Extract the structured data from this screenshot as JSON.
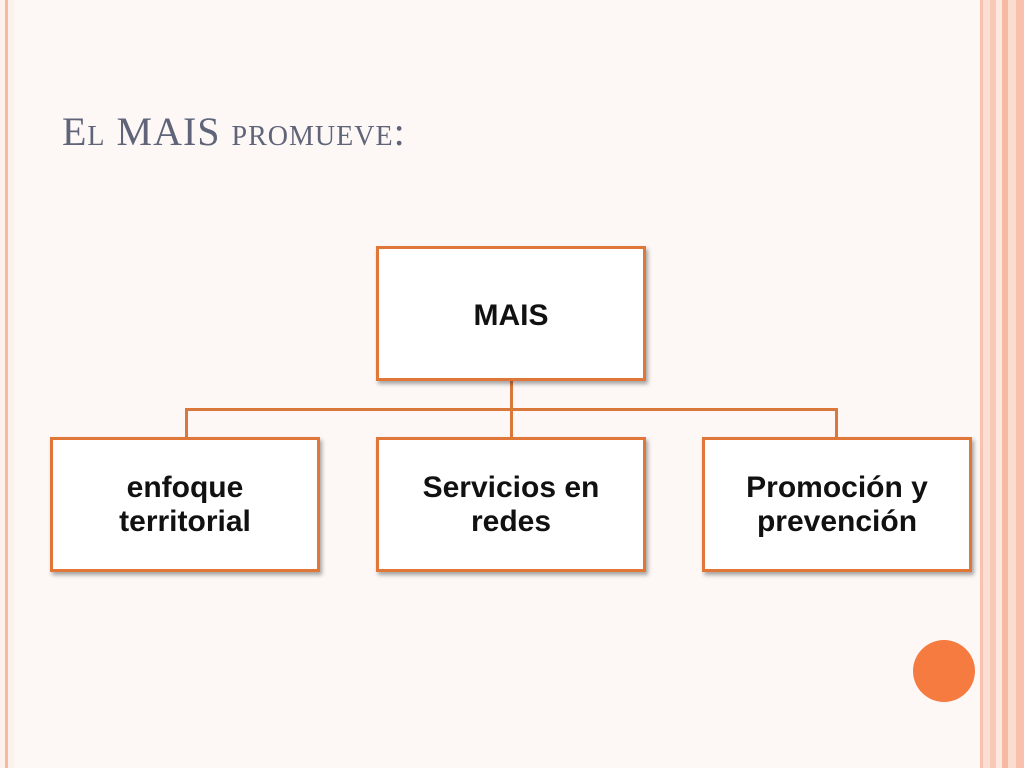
{
  "slide": {
    "title": "El MAIS promueve:"
  },
  "diagram": {
    "root": {
      "label": "MAIS"
    },
    "children": [
      {
        "label": "enfoque territorial"
      },
      {
        "label": "Servicios en redes"
      },
      {
        "label": "Promoción y prevención"
      }
    ]
  },
  "colors": {
    "accent": "#e07638",
    "title": "#5f6479",
    "circle": "#f67b41"
  }
}
